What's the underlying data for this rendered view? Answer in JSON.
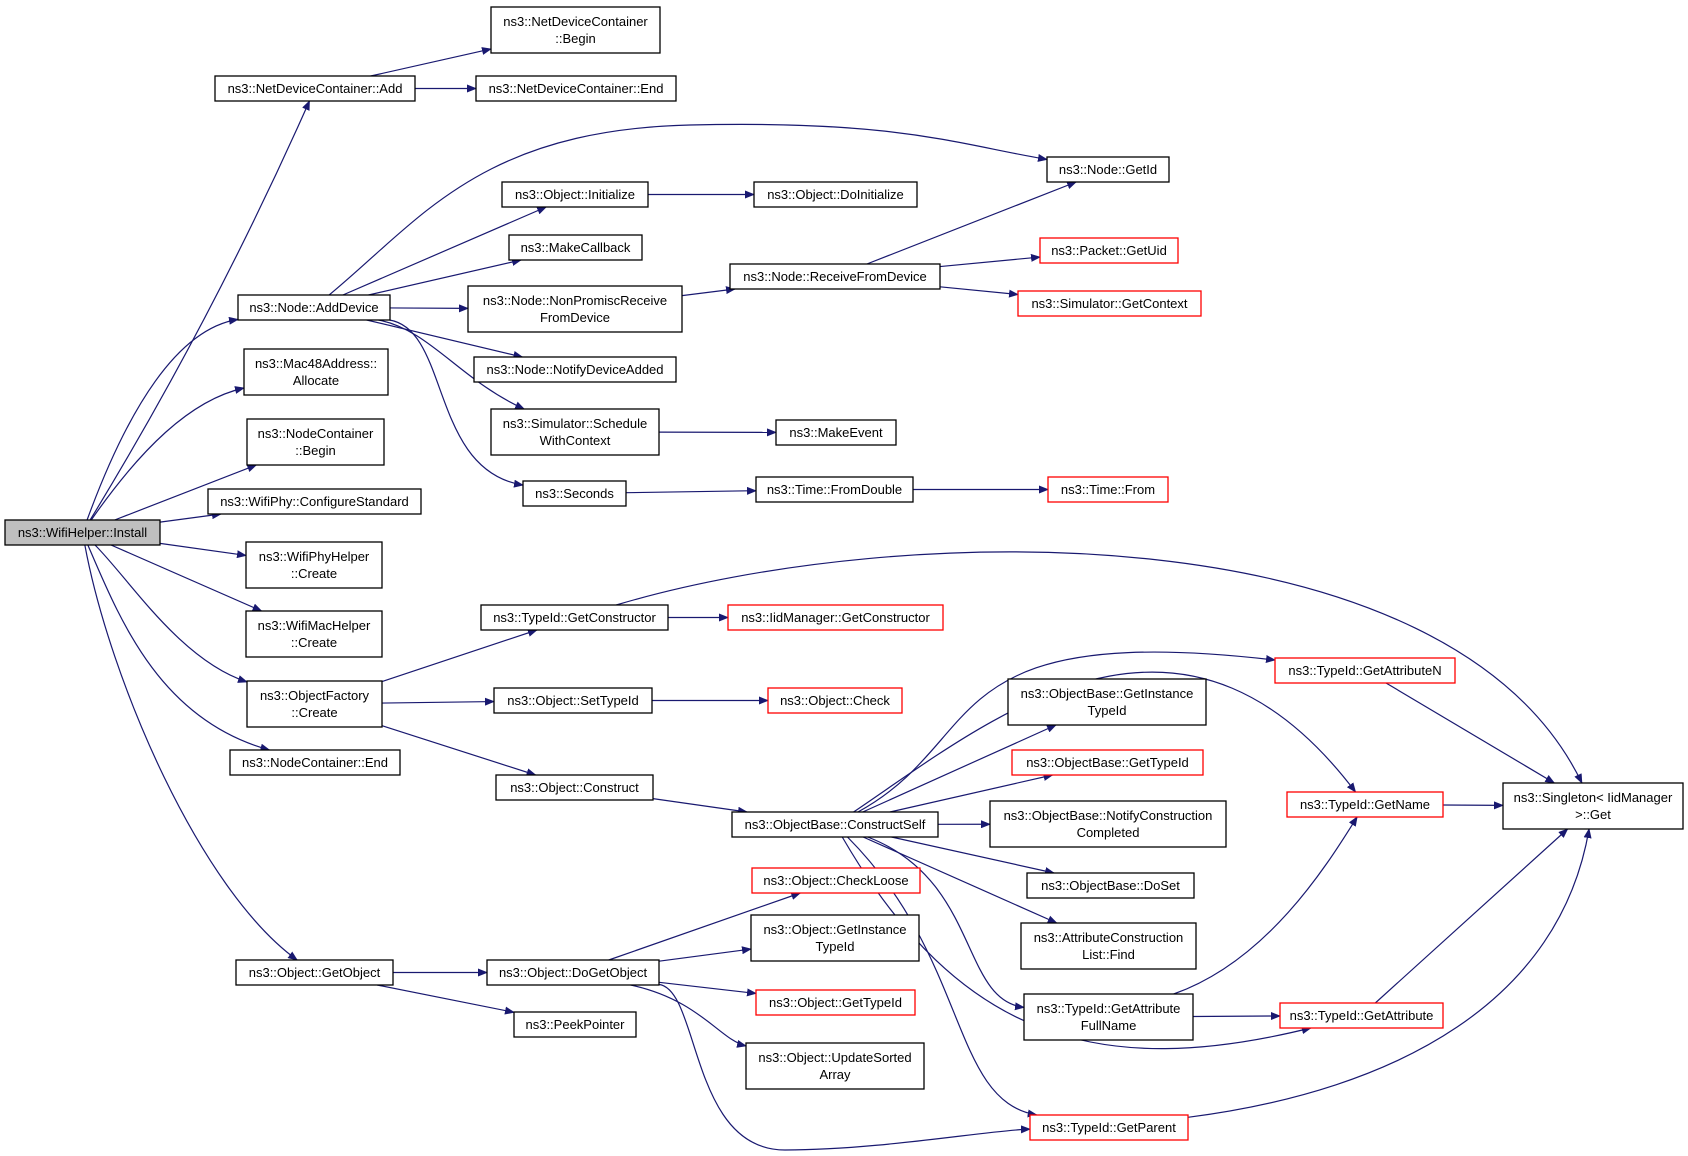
{
  "nodes": [
    {
      "id": "install",
      "lines": [
        "ns3::WifiHelper::Install"
      ],
      "style": "root"
    },
    {
      "id": "ndc_add",
      "lines": [
        "ns3::NetDeviceContainer::Add"
      ],
      "style": "normal"
    },
    {
      "id": "ndc_begin",
      "lines": [
        "ns3::NetDeviceContainer",
        "::Begin"
      ],
      "style": "normal"
    },
    {
      "id": "ndc_end",
      "lines": [
        "ns3::NetDeviceContainer::End"
      ],
      "style": "normal"
    },
    {
      "id": "node_getid",
      "lines": [
        "ns3::Node::GetId"
      ],
      "style": "normal"
    },
    {
      "id": "obj_init",
      "lines": [
        "ns3::Object::Initialize"
      ],
      "style": "normal"
    },
    {
      "id": "obj_doinit",
      "lines": [
        "ns3::Object::DoInitialize"
      ],
      "style": "normal"
    },
    {
      "id": "makecallback",
      "lines": [
        "ns3::MakeCallback"
      ],
      "style": "normal"
    },
    {
      "id": "node_adddevice",
      "lines": [
        "ns3::Node::AddDevice"
      ],
      "style": "normal"
    },
    {
      "id": "node_nonpromisc",
      "lines": [
        "ns3::Node::NonPromiscReceive",
        "FromDevice"
      ],
      "style": "normal"
    },
    {
      "id": "node_recv",
      "lines": [
        "ns3::Node::ReceiveFromDevice"
      ],
      "style": "normal"
    },
    {
      "id": "packet_getuid",
      "lines": [
        "ns3::Packet::GetUid"
      ],
      "style": "red"
    },
    {
      "id": "sim_getcontext",
      "lines": [
        "ns3::Simulator::GetContext"
      ],
      "style": "red"
    },
    {
      "id": "mac48_alloc",
      "lines": [
        "ns3::Mac48Address::",
        "Allocate"
      ],
      "style": "normal"
    },
    {
      "id": "node_notify",
      "lines": [
        "ns3::Node::NotifyDeviceAdded"
      ],
      "style": "normal"
    },
    {
      "id": "sim_schedule",
      "lines": [
        "ns3::Simulator::Schedule",
        "WithContext"
      ],
      "style": "normal"
    },
    {
      "id": "makeevent",
      "lines": [
        "ns3::MakeEvent"
      ],
      "style": "normal"
    },
    {
      "id": "nc_begin",
      "lines": [
        "ns3::NodeContainer",
        "::Begin"
      ],
      "style": "normal"
    },
    {
      "id": "seconds",
      "lines": [
        "ns3::Seconds"
      ],
      "style": "normal"
    },
    {
      "id": "time_fromdouble",
      "lines": [
        "ns3::Time::FromDouble"
      ],
      "style": "normal"
    },
    {
      "id": "time_from",
      "lines": [
        "ns3::Time::From"
      ],
      "style": "red"
    },
    {
      "id": "wifiphy_config",
      "lines": [
        "ns3::WifiPhy::ConfigureStandard"
      ],
      "style": "normal"
    },
    {
      "id": "wifiphyhelper_create",
      "lines": [
        "ns3::WifiPhyHelper",
        "::Create"
      ],
      "style": "normal"
    },
    {
      "id": "typeid_getctor",
      "lines": [
        "ns3::TypeId::GetConstructor"
      ],
      "style": "normal"
    },
    {
      "id": "iidmgr_getctor",
      "lines": [
        "ns3::IidManager::GetConstructor"
      ],
      "style": "red"
    },
    {
      "id": "wifimachelper_create",
      "lines": [
        "ns3::WifiMacHelper",
        "::Create"
      ],
      "style": "normal"
    },
    {
      "id": "typeid_getattrn",
      "lines": [
        "ns3::TypeId::GetAttributeN"
      ],
      "style": "red"
    },
    {
      "id": "ob_getinsttypeid",
      "lines": [
        "ns3::ObjectBase::GetInstance",
        "TypeId"
      ],
      "style": "normal"
    },
    {
      "id": "objfactory_create",
      "lines": [
        "ns3::ObjectFactory",
        "::Create"
      ],
      "style": "normal"
    },
    {
      "id": "obj_settypeid",
      "lines": [
        "ns3::Object::SetTypeId"
      ],
      "style": "normal"
    },
    {
      "id": "obj_check",
      "lines": [
        "ns3::Object::Check"
      ],
      "style": "red"
    },
    {
      "id": "ob_gettypeid",
      "lines": [
        "ns3::ObjectBase::GetTypeId"
      ],
      "style": "red"
    },
    {
      "id": "nc_end",
      "lines": [
        "ns3::NodeContainer::End"
      ],
      "style": "normal"
    },
    {
      "id": "obj_construct",
      "lines": [
        "ns3::Object::Construct"
      ],
      "style": "normal"
    },
    {
      "id": "typeid_getname",
      "lines": [
        "ns3::TypeId::GetName"
      ],
      "style": "red"
    },
    {
      "id": "singleton_get",
      "lines": [
        "ns3::Singleton< IidManager",
        " >::Get"
      ],
      "style": "normal"
    },
    {
      "id": "ob_constructself",
      "lines": [
        "ns3::ObjectBase::ConstructSelf"
      ],
      "style": "normal"
    },
    {
      "id": "ob_notifyconstr",
      "lines": [
        "ns3::ObjectBase::NotifyConstruction",
        "Completed"
      ],
      "style": "normal"
    },
    {
      "id": "obj_checkloose",
      "lines": [
        "ns3::Object::CheckLoose"
      ],
      "style": "red"
    },
    {
      "id": "ob_doset",
      "lines": [
        "ns3::ObjectBase::DoSet"
      ],
      "style": "normal"
    },
    {
      "id": "obj_getinsttypeid",
      "lines": [
        "ns3::Object::GetInstance",
        "TypeId"
      ],
      "style": "normal"
    },
    {
      "id": "acl_find",
      "lines": [
        "ns3::AttributeConstruction",
        "List::Find"
      ],
      "style": "normal"
    },
    {
      "id": "obj_getobject",
      "lines": [
        "ns3::Object::GetObject"
      ],
      "style": "normal"
    },
    {
      "id": "obj_dogetobject",
      "lines": [
        "ns3::Object::DoGetObject"
      ],
      "style": "normal"
    },
    {
      "id": "obj_gettypeid",
      "lines": [
        "ns3::Object::GetTypeId"
      ],
      "style": "red"
    },
    {
      "id": "typeid_getattrfull",
      "lines": [
        "ns3::TypeId::GetAttribute",
        "FullName"
      ],
      "style": "normal"
    },
    {
      "id": "typeid_getattr",
      "lines": [
        "ns3::TypeId::GetAttribute"
      ],
      "style": "red"
    },
    {
      "id": "peekpointer",
      "lines": [
        "ns3::PeekPointer"
      ],
      "style": "normal"
    },
    {
      "id": "obj_updatesorted",
      "lines": [
        "ns3::Object::UpdateSorted",
        "Array"
      ],
      "style": "normal"
    },
    {
      "id": "typeid_getparent",
      "lines": [
        "ns3::TypeId::GetParent"
      ],
      "style": "red"
    }
  ],
  "colors": {
    "edge": "#191970",
    "red_border": "#ff0000",
    "root_fill": "#bfbfbf",
    "border": "#000000",
    "background": "#ffffff"
  }
}
